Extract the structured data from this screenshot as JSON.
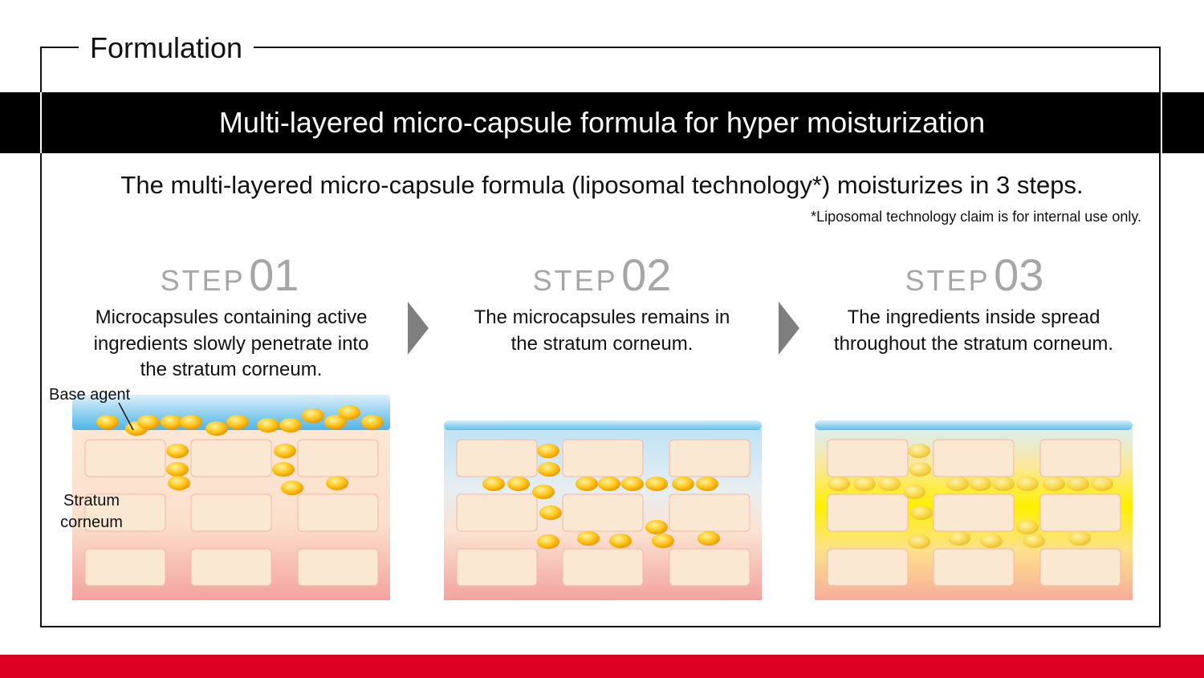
{
  "section_label": "Formulation",
  "banner": "Multi-layered micro-capsule formula for hyper moisturization",
  "subtitle": "The multi-layered micro-capsule formula (liposomal technology*) moisturizes in 3 steps.",
  "footnote": "*Liposomal technology claim is for internal use only.",
  "steps": [
    {
      "word": "STEP",
      "number": "01",
      "line1": "Microcapsules containing active",
      "line2": "ingredients slowly penetrate into",
      "line3": "the stratum corneum."
    },
    {
      "word": "STEP",
      "number": "02",
      "line1": "The microcapsules remains in",
      "line2": "the stratum corneum.",
      "line3": ""
    },
    {
      "word": "STEP",
      "number": "03",
      "line1": "The ingredients inside spread",
      "line2": "throughout the stratum corneum.",
      "line3": ""
    }
  ],
  "diagram_labels": {
    "base_agent": "Base agent",
    "stratum_line1": "Stratum",
    "stratum_line2": "corneum"
  },
  "colors": {
    "banner": "#000000",
    "accent_bar": "#dc0023",
    "step_heading": "#a6a6a6",
    "arrow": "#7f7f7f",
    "capsule": "#f7b500",
    "cell_fill": "#fbe8d2",
    "cell_border": "#f0b8a8"
  },
  "icons": [
    "chevron-right-arrow",
    "skin-layer-diagram"
  ]
}
